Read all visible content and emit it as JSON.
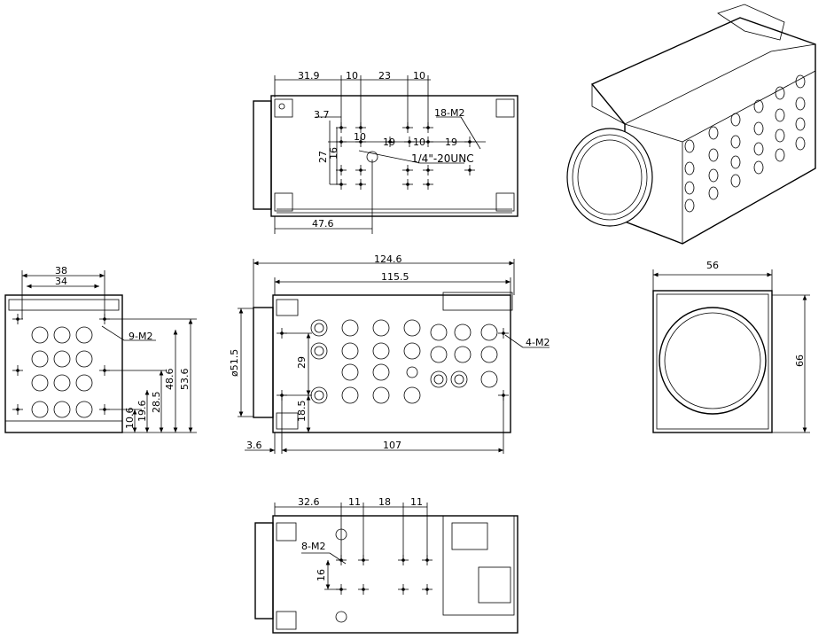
{
  "views": {
    "top_view": {
      "dims": [
        "31.9",
        "10",
        "23",
        "10",
        "3.7",
        "18-M2",
        "10",
        "19",
        "10",
        "19",
        "27",
        "16",
        "1/4\"-20UNC",
        "47.6"
      ]
    },
    "side_left_view": {
      "dims": [
        "38",
        "34",
        "9-M2",
        "48.6",
        "53.6",
        "28.5",
        "19.6",
        "10.6"
      ]
    },
    "front_view": {
      "dims": [
        "124.6",
        "115.5",
        "4-M2",
        "ø51.5",
        "29",
        "18.5",
        "3.6",
        "107"
      ]
    },
    "end_view": {
      "dims": [
        "56",
        "66"
      ]
    },
    "bottom_view": {
      "dims": [
        "32.6",
        "11",
        "18",
        "11",
        "8-M2",
        "16"
      ]
    }
  }
}
